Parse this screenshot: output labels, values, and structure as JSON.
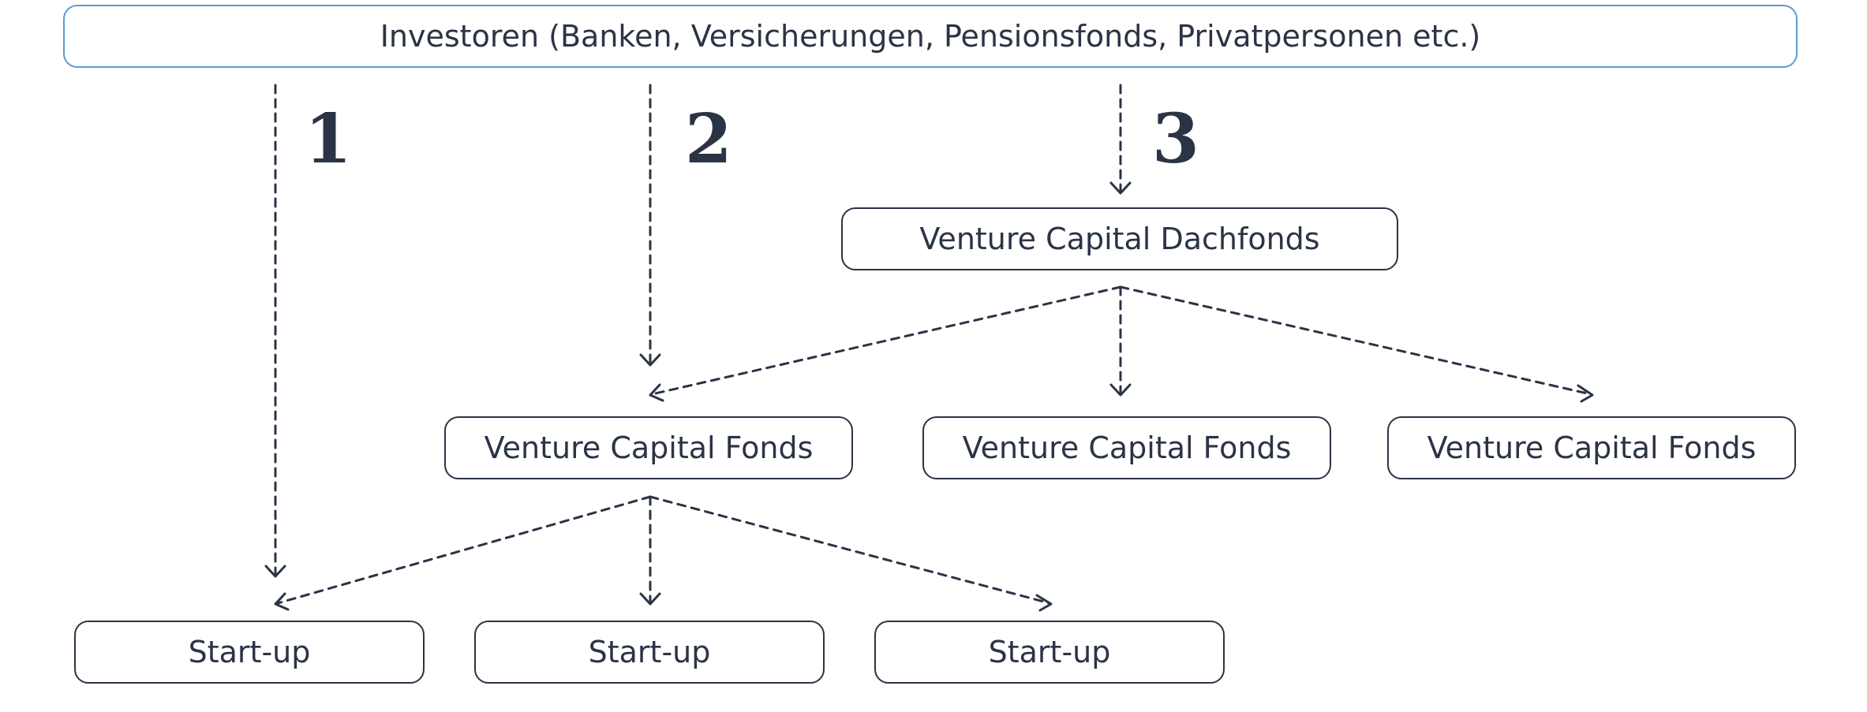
{
  "colors": {
    "ink": "#2b3445",
    "investor_border": "#5b9bd5"
  },
  "investors": {
    "label": "Investoren (Banken, Versicherungen, Pensionsfonds, Privatpersonen etc.)"
  },
  "routes": [
    {
      "number": "1"
    },
    {
      "number": "2"
    },
    {
      "number": "3"
    }
  ],
  "dachfonds": {
    "label": "Venture Capital Dachfonds"
  },
  "funds": [
    {
      "label": "Venture Capital Fonds"
    },
    {
      "label": "Venture Capital Fonds"
    },
    {
      "label": "Venture Capital Fonds"
    }
  ],
  "startups": [
    {
      "label": "Start-up"
    },
    {
      "label": "Start-up"
    },
    {
      "label": "Start-up"
    }
  ]
}
